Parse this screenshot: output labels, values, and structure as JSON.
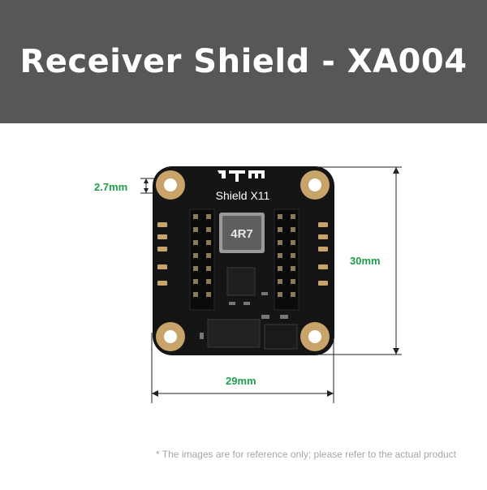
{
  "banner": {
    "title": "Receiver Shield - XA004"
  },
  "board": {
    "silkscreen_name": "Shield X11",
    "inductor_marking": "4R7"
  },
  "dimensions": {
    "hole_offset": "2.7mm",
    "height": "30mm",
    "width": "29mm"
  },
  "note": "* The images are for reference only; please refer to the actual product",
  "colors": {
    "banner_bg": "#575757",
    "dimension_green": "#1e9e4a",
    "pcb_black": "#151515",
    "pad_gold": "#c9a46a"
  }
}
